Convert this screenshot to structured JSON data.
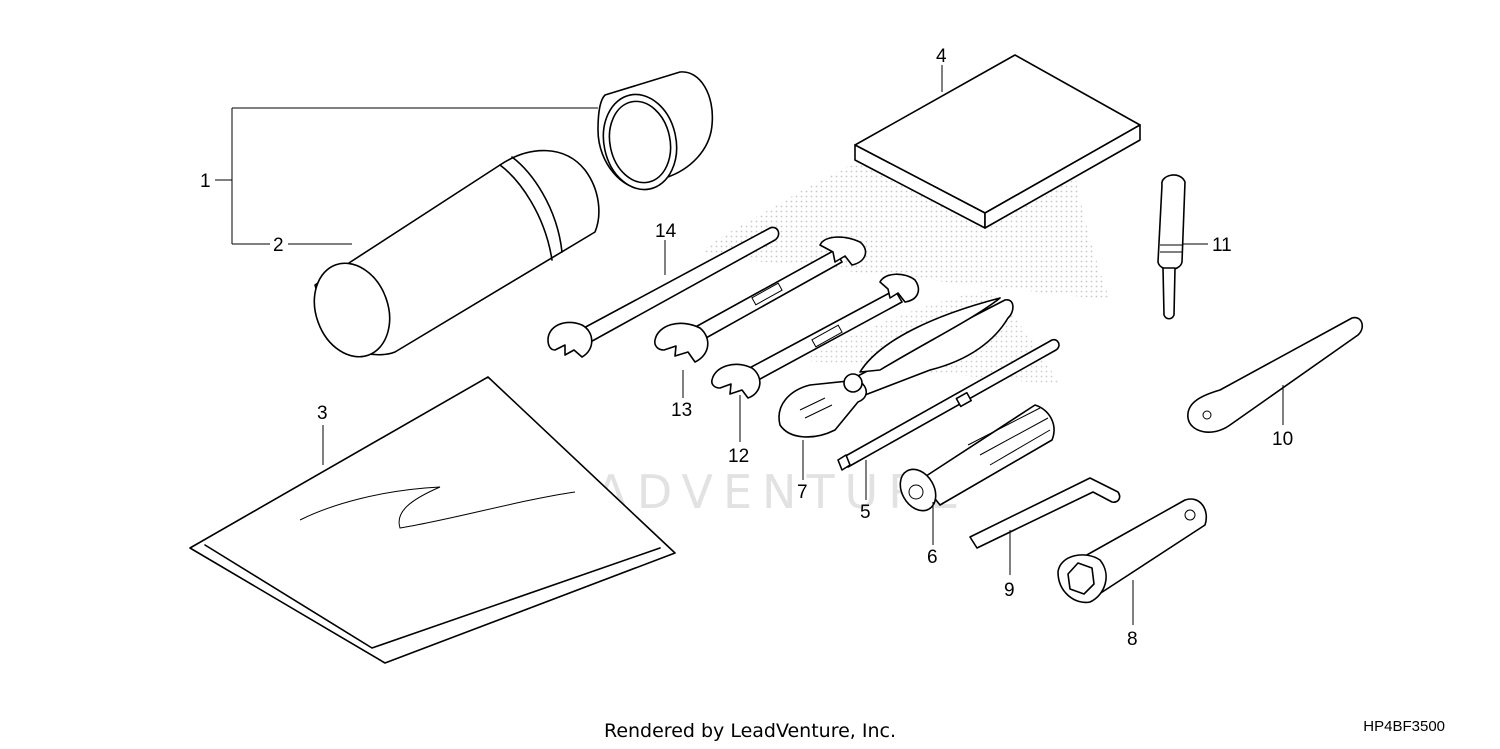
{
  "diagram": {
    "callouts": [
      "1",
      "2",
      "3",
      "4",
      "5",
      "6",
      "7",
      "8",
      "9",
      "10",
      "11",
      "12",
      "13",
      "14"
    ],
    "watermark": "LEADVENTURE",
    "footer": "Rendered by LeadVenture, Inc.",
    "diagram_code": "HP4BF3500"
  },
  "parts": [
    {
      "callout": "1",
      "icon": "tool-case-assembly-icon"
    },
    {
      "callout": "2",
      "icon": "tool-case-tube-icon"
    },
    {
      "callout": "3",
      "icon": "owners-manual-bag-icon"
    },
    {
      "callout": "4",
      "icon": "manual-book-icon"
    },
    {
      "callout": "5",
      "icon": "screwdriver-shaft-icon"
    },
    {
      "callout": "6",
      "icon": "screwdriver-handle-icon"
    },
    {
      "callout": "7",
      "icon": "pliers-icon"
    },
    {
      "callout": "8",
      "icon": "spark-plug-wrench-icon"
    },
    {
      "callout": "9",
      "icon": "hex-key-icon"
    },
    {
      "callout": "10",
      "icon": "pin-spanner-icon"
    },
    {
      "callout": "11",
      "icon": "socket-driver-icon"
    },
    {
      "callout": "12",
      "icon": "open-end-wrench-icon"
    },
    {
      "callout": "13",
      "icon": "open-end-wrench-icon"
    },
    {
      "callout": "14",
      "icon": "open-end-wrench-icon"
    }
  ]
}
